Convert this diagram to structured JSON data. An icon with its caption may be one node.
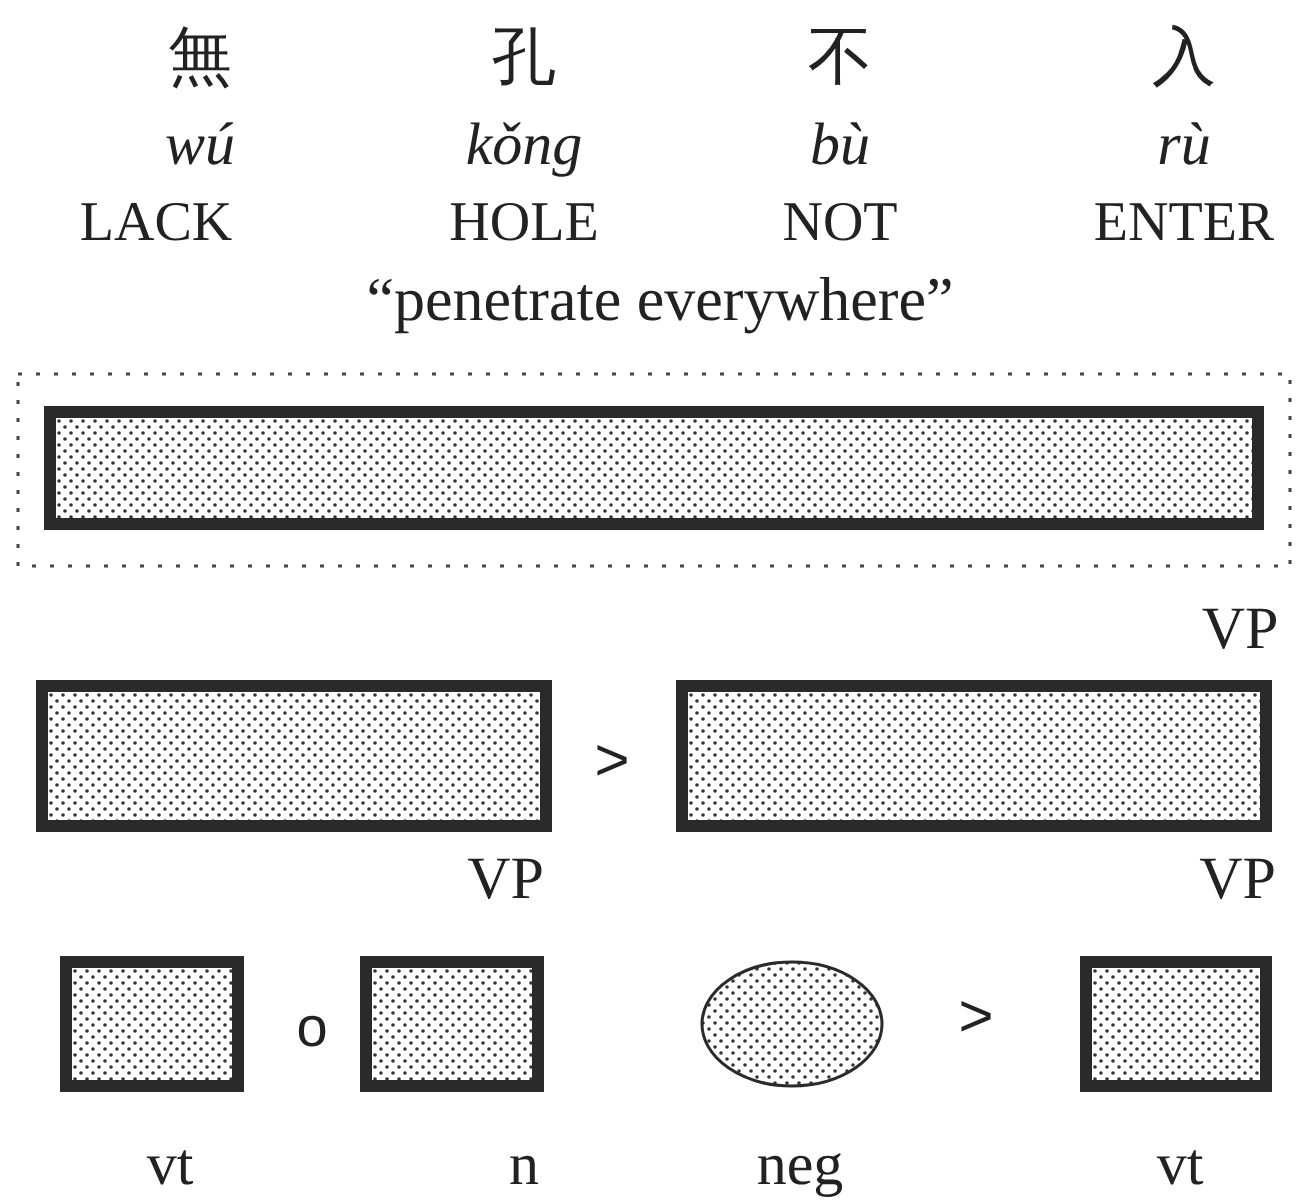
{
  "diagram": {
    "nodes": [
      {
        "text": [],
        "shape": "box"
      },
      {
        "text": [],
        "shape": "box",
        "in": 0
      },
      {
        "text": [],
        "shape": "box",
        "beside": [
          "VP"
        ]
      },
      {
        "text": [],
        "shape": "box",
        "beside": [
          "VP"
        ]
      },
      {
        "text": [],
        "shape": "box",
        "beside": [
          "vt"
        ]
      },
      {
        "text": [],
        "shape": "box",
        "beside": [
          "n"
        ]
      },
      {
        "text": [],
        "shape": "ellipse",
        "beside": [
          "neg"
        ]
      },
      {
        "text": [],
        "shape": "box",
        "beside": [
          "vt"
        ]
      }
    ],
    "labels": [
      "無",
      "孔",
      "不",
      "入",
      "wú",
      "kǒng",
      "bù",
      "rù",
      "LACK",
      "HOLE",
      "NOT",
      "ENTER",
      "“penetrate everywhere”",
      "VP",
      ">",
      "o",
      ">"
    ]
  }
}
